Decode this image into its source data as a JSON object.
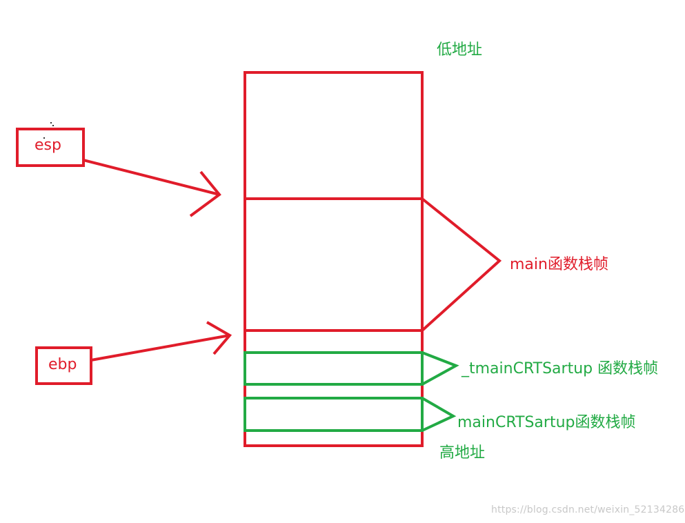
{
  "labels": {
    "low_address": "低地址",
    "high_address": "高地址",
    "esp": "esp",
    "ebp": "ebp",
    "main_frame": "main函数栈帧",
    "tmain_frame": "_tmainCRTSartup 函数栈帧",
    "maincrt_frame": "mainCRTSartup函数栈帧"
  },
  "watermark": "https://blog.csdn.net/weixin_52134286",
  "colors": {
    "red": "#e01c2a",
    "green": "#22aa44"
  }
}
